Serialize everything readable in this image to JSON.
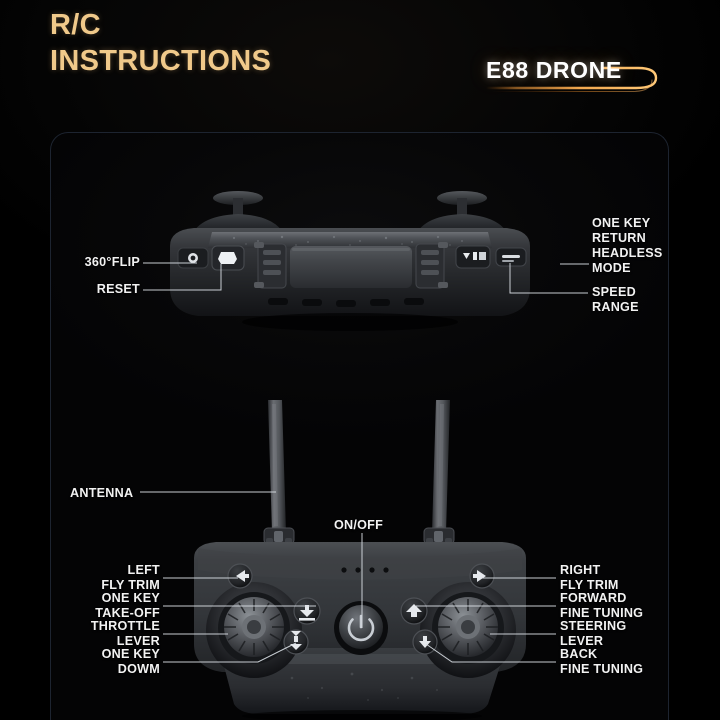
{
  "header": {
    "title": "R/C\nINSTRUCTIONS",
    "title_color": "#f0c98a",
    "brand": "E88 DRONE",
    "brand_color": "#ffffff",
    "brand_accent": "#e8872a"
  },
  "panel": {
    "border_color": "#1d2430",
    "background_color": "#050506"
  },
  "top_view": {
    "name": "remote-control-top-view",
    "labels_left": [
      {
        "name": "label-360-flip",
        "text": "360°FLIP"
      },
      {
        "name": "label-reset",
        "text": "RESET"
      }
    ],
    "labels_right": [
      {
        "name": "label-one-key-return-headless-mode",
        "text": "ONE KEY\nRETURN\nHEADLESS\nMODE"
      },
      {
        "name": "label-speed-range",
        "text": "SPEED\nRANGE"
      }
    ]
  },
  "front_view": {
    "name": "remote-control-front-view",
    "label_antenna": "ANTENNA",
    "label_onoff": "ON/OFF",
    "led_count": 4,
    "labels_left": [
      {
        "name": "label-left-fly-trim",
        "text": "LEFT\nFLY TRIM"
      },
      {
        "name": "label-one-key-take-off",
        "text": "ONE KEY\nTAKE-OFF"
      },
      {
        "name": "label-throttle-lever",
        "text": "THROTTLE\nLEVER"
      },
      {
        "name": "label-one-key-down",
        "text": "ONE KEY\nDOWM"
      }
    ],
    "labels_right": [
      {
        "name": "label-right-fly-trim",
        "text": "RIGHT\nFLY TRIM"
      },
      {
        "name": "label-forward-fine-tuning",
        "text": "FORWARD\nFINE TUNING"
      },
      {
        "name": "label-steering-lever",
        "text": "STEERING\nLEVER"
      },
      {
        "name": "label-back-fine-tuning",
        "text": "BACK\nFINE TUNING"
      }
    ]
  },
  "colors": {
    "label_text": "#f2f2f2",
    "leader_line": "#d8dde3",
    "body_dark": "#2b2c2e",
    "body_mid": "#3a3c3f",
    "body_light": "#54575b"
  }
}
